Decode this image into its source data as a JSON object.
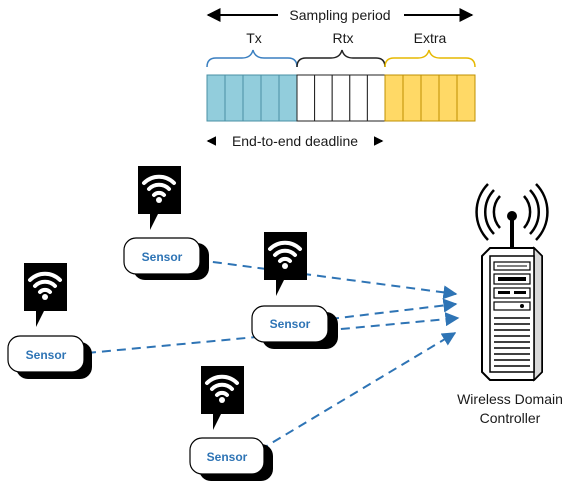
{
  "timeline": {
    "sampling_period_label": "Sampling period",
    "deadline_label": "End-to-end deadline",
    "segments": [
      {
        "label": "Tx",
        "slots": 5,
        "color": "#92cddc",
        "border": "#4a90a4",
        "brace": "#3a7fc0"
      },
      {
        "label": "Rtx",
        "slots": 5,
        "color": "#ffffff",
        "border": "#222222",
        "brace": "#222222"
      },
      {
        "label": "Extra",
        "slots": 5,
        "color": "#ffd966",
        "border": "#bf9000",
        "brace": "#e6b800"
      }
    ]
  },
  "sensors": [
    {
      "label": "Sensor",
      "icon": "wifi-icon"
    },
    {
      "label": "Sensor",
      "icon": "wifi-icon"
    },
    {
      "label": "Sensor",
      "icon": "wifi-icon"
    },
    {
      "label": "Sensor",
      "icon": "wifi-icon"
    }
  ],
  "controller": {
    "label_line1": "Wireless Domain",
    "label_line2": "Controller",
    "icon": "server-tower-icon"
  },
  "colors": {
    "link": "#2e74b5",
    "sensor_text": "#2e74b5",
    "icon_bg": "#000000"
  }
}
